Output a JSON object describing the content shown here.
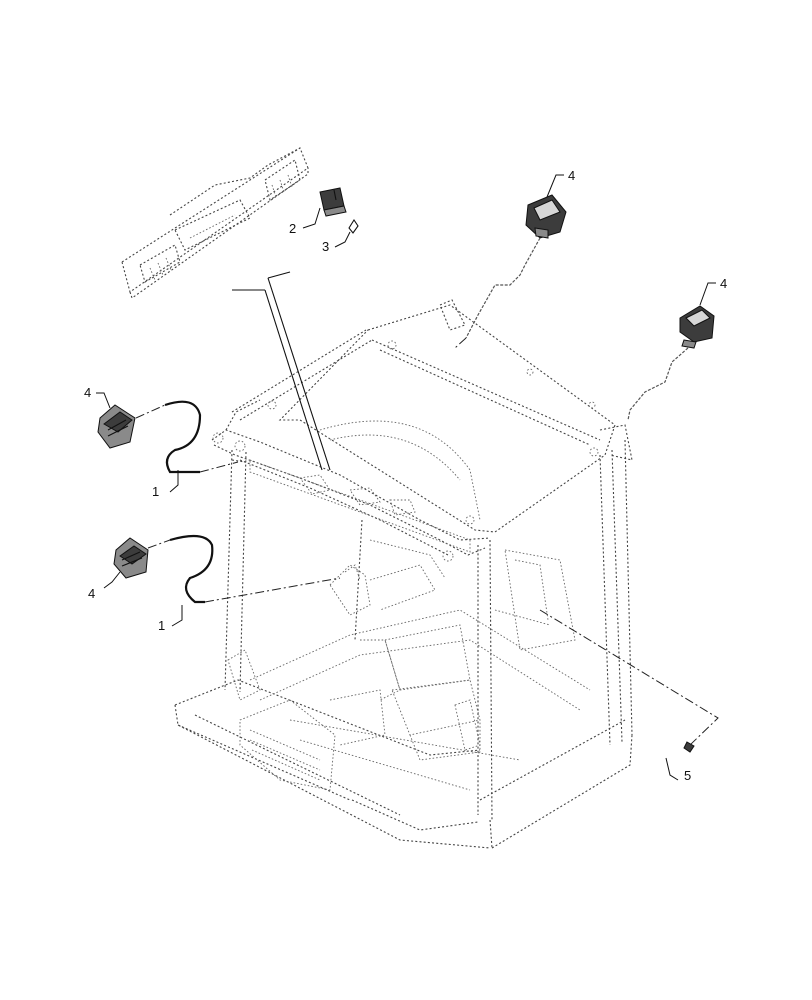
{
  "callouts": [
    {
      "id": "c1a",
      "label": "1"
    },
    {
      "id": "c1b",
      "label": "1"
    },
    {
      "id": "c2",
      "label": "2"
    },
    {
      "id": "c3",
      "label": "3"
    },
    {
      "id": "c4a",
      "label": "4"
    },
    {
      "id": "c4b",
      "label": "4"
    },
    {
      "id": "c4c",
      "label": "4"
    },
    {
      "id": "c4d",
      "label": "4"
    },
    {
      "id": "c5",
      "label": "5"
    }
  ]
}
